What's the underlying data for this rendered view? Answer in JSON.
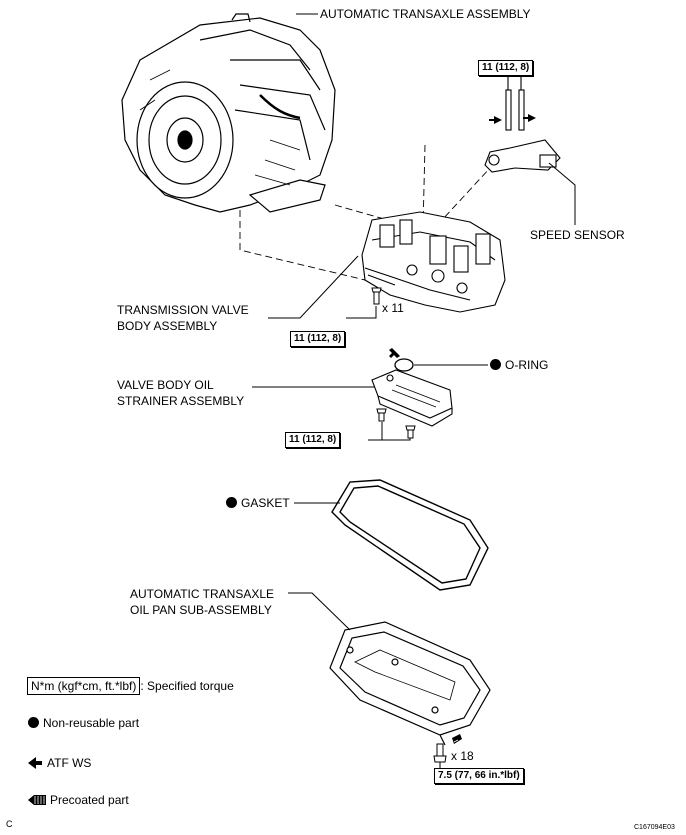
{
  "labels": {
    "assembly": "AUTOMATIC TRANSAXLE ASSEMBLY",
    "speed_sensor": "SPEED SENSOR",
    "valve_body_1": "TRANSMISSION VALVE",
    "valve_body_2": "BODY ASSEMBLY",
    "o_ring": "O-RING",
    "strainer_1": "VALVE BODY OIL",
    "strainer_2": "STRAINER ASSEMBLY",
    "gasket": "GASKET",
    "oil_pan_1": "AUTOMATIC TRANSAXLE",
    "oil_pan_2": "OIL PAN SUB-ASSEMBLY",
    "count_11": "x 11",
    "count_18": "x 18"
  },
  "torques": {
    "speed_sensor": "11 (112, 8)",
    "valve_body": "11 (112, 8)",
    "strainer": "11 (112, 8)",
    "oil_pan": "7.5 (77, 66 in.*lbf)"
  },
  "legend": {
    "torque_box": "N*m (kgf*cm, ft.*lbf)",
    "torque_text": ": Specified torque",
    "non_reusable": "Non-reusable part",
    "atf": "ATF WS",
    "precoated": "Precoated part"
  },
  "footer": {
    "corner_letter": "C",
    "figure_id": "C167094E03"
  }
}
